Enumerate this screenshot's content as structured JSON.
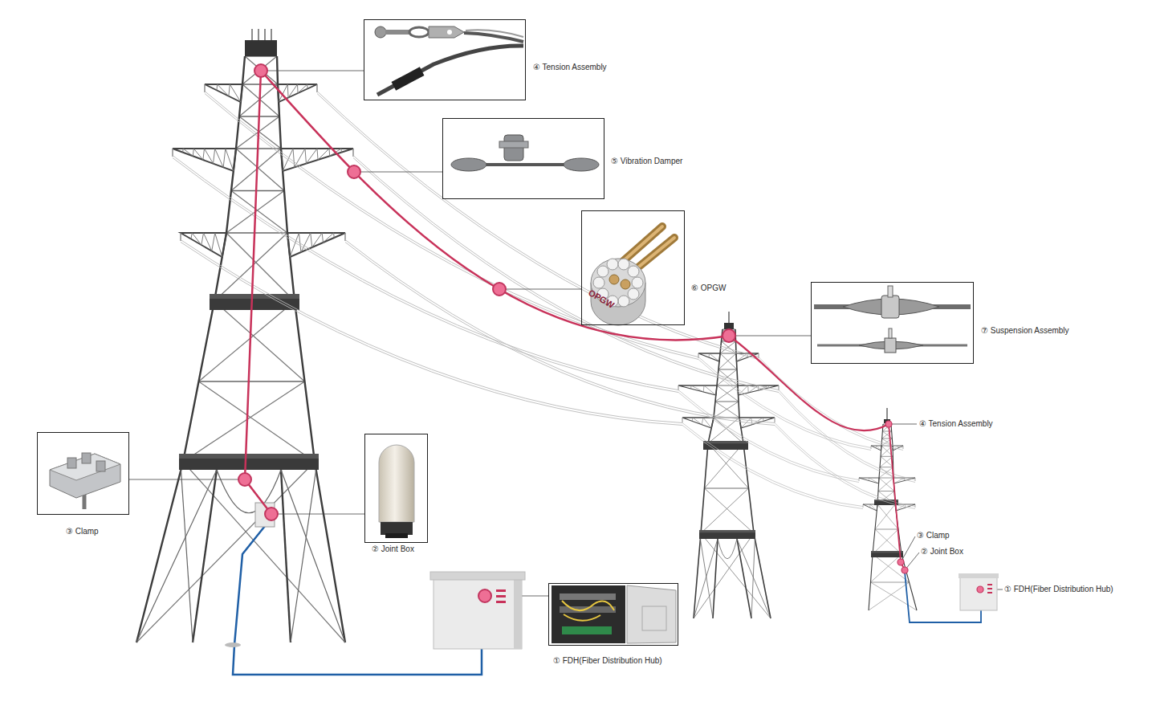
{
  "diagram": {
    "nodes": [
      {
        "text": [
          "④ Tension Assembly"
        ]
      },
      {
        "text": [
          "⑤ Vibration Damper"
        ]
      },
      {
        "text": [
          "⑥ OPGW"
        ]
      },
      {
        "text": [
          "⑦ Suspension Assembly"
        ]
      },
      {
        "text": [
          "③ Clamp"
        ]
      },
      {
        "text": [
          "② Joint Box"
        ]
      },
      {
        "text": [
          "① FDH(Fiber Distribution Hub)"
        ]
      }
    ],
    "labels": [
      "OPGW",
      "④ Tension Assembly",
      "③ Clamp",
      "② Joint Box",
      "① FDH(Fiber Distribution Hub)"
    ]
  }
}
